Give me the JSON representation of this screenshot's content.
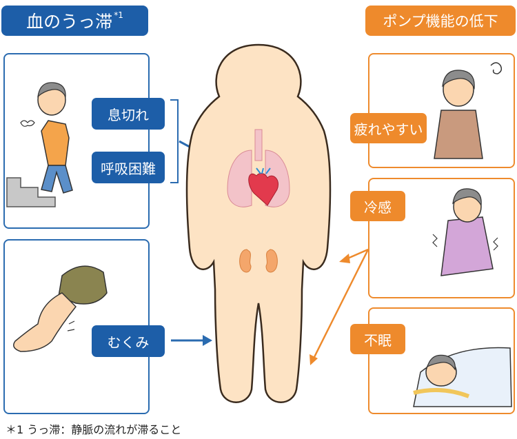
{
  "left_title": {
    "text": "血のうっ滞",
    "marker": "*1"
  },
  "right_title": {
    "text": "ポンプ機能の低下"
  },
  "blue_labels": [
    "息切れ",
    "呼吸困難",
    "むくみ"
  ],
  "orange_labels": [
    "疲れやすい",
    "冷感",
    "不眠"
  ],
  "footnote": "＊1 うっ滞：静脈の流れが滞ること",
  "colors": {
    "blue": "#1d5ea8",
    "orange": "#ee8a2c",
    "body": "#fde3c4",
    "lungs": "#f3c3c9",
    "heart": "#e23a4d",
    "kidney": "#f4a66b"
  }
}
